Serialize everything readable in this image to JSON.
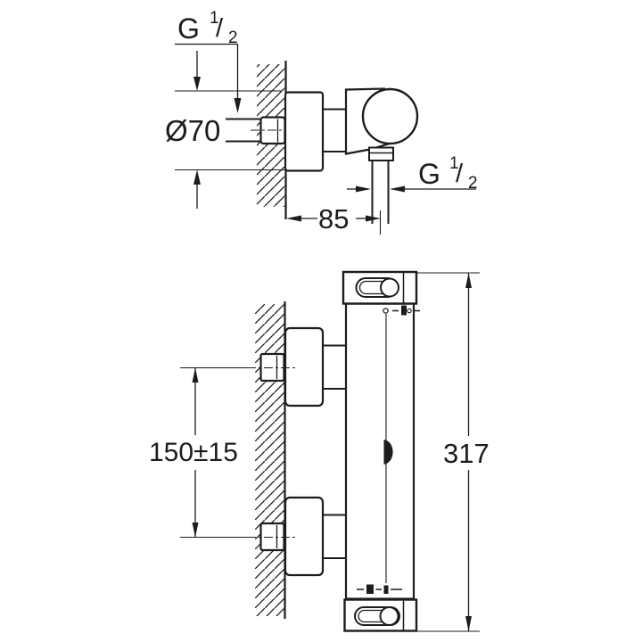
{
  "drawing": {
    "type": "installation-dimension-drawing",
    "views": {
      "upper": "side view",
      "lower": "front view"
    },
    "units": "mm"
  },
  "labels": {
    "thread": {
      "g": "G",
      "sup": "1",
      "slash": "/",
      "sub": "2"
    },
    "flange_diameter": "Ø70",
    "wall_to_outlet": "85",
    "inlet_spacing": "150±15",
    "total_height": "317"
  },
  "dimensions": {
    "supply_thread": "G 1/2",
    "outlet_thread": "G 1/2",
    "escutcheon_diameter_mm": "70",
    "wall_to_outlet_mm": "85",
    "inlet_center_spacing_mm": "150±15",
    "overall_height_mm": "317"
  },
  "colors": {
    "line": "#1c1c1c",
    "background": "#ffffff"
  }
}
